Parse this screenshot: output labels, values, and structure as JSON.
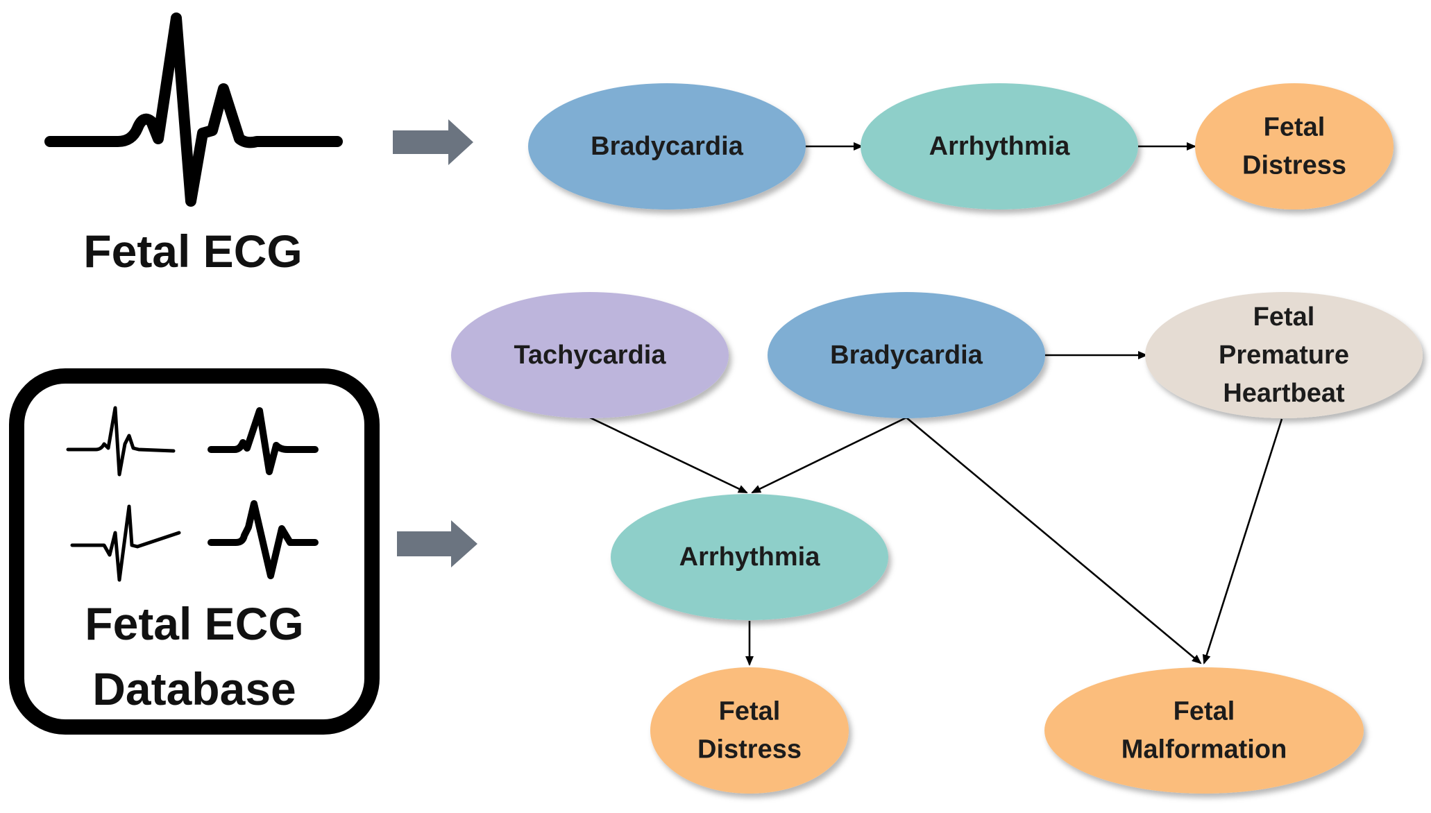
{
  "sources": {
    "single": {
      "label": "Fetal ECG"
    },
    "database": {
      "label_line1": "Fetal ECG",
      "label_line2": "Database"
    }
  },
  "top_chain": {
    "nodes": [
      {
        "id": "bradycardia",
        "lines": [
          "Bradycardia"
        ],
        "color": "#7faed3"
      },
      {
        "id": "arrhythmia",
        "lines": [
          "Arrhythmia"
        ],
        "color": "#8ecfc9"
      },
      {
        "id": "fetal-distress",
        "lines": [
          "Fetal",
          "Distress"
        ],
        "color": "#fbbd7b"
      }
    ]
  },
  "bottom_graph": {
    "nodes": [
      {
        "id": "tachycardia",
        "lines": [
          "Tachycardia"
        ],
        "color": "#bdb5dc"
      },
      {
        "id": "bradycardia",
        "lines": [
          "Bradycardia"
        ],
        "color": "#7faed3"
      },
      {
        "id": "fetal-premature-heartbeat",
        "lines": [
          "Fetal",
          "Premature",
          "Heartbeat"
        ],
        "color": "#e5dcd3"
      },
      {
        "id": "arrhythmia",
        "lines": [
          "Arrhythmia"
        ],
        "color": "#8ecfc9"
      },
      {
        "id": "fetal-distress",
        "lines": [
          "Fetal",
          "Distress"
        ],
        "color": "#fbbd7b"
      },
      {
        "id": "fetal-malformation",
        "lines": [
          "Fetal",
          "Malformation"
        ],
        "color": "#fbbd7b"
      }
    ]
  },
  "colors": {
    "arrow_gray": "#6b7480",
    "outline": "#000000"
  },
  "icons": [
    "ecg-waveform-icon",
    "ecg-waveform-small-icon",
    "block-arrow-icon"
  ]
}
